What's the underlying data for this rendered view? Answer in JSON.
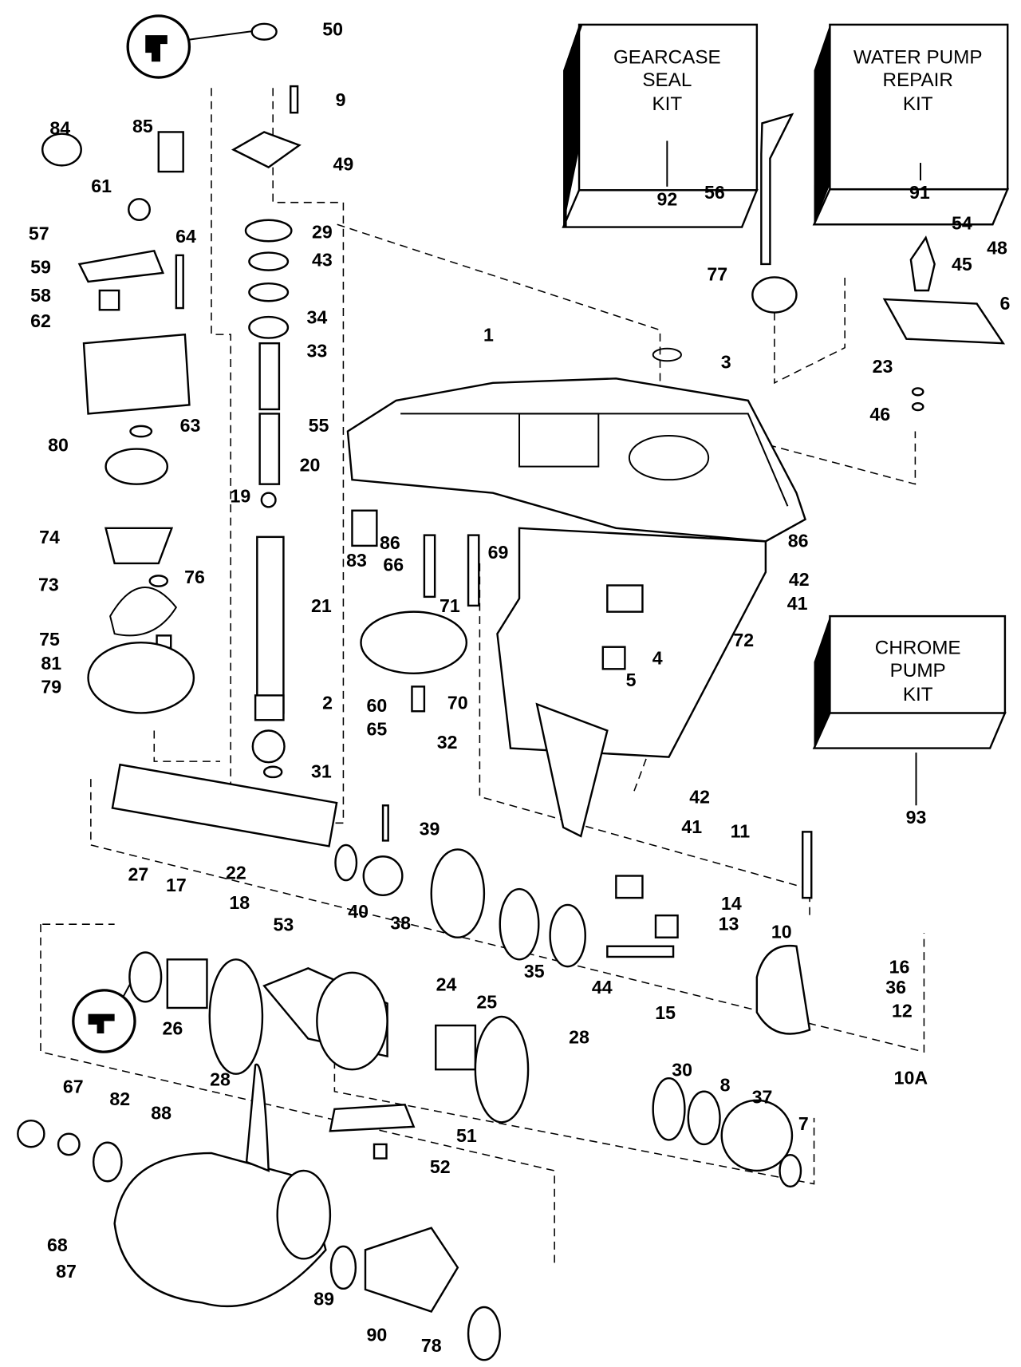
{
  "kits": {
    "gearcase_seal": {
      "lines": [
        "GEARCASE",
        "SEAL",
        "KIT"
      ],
      "ref": "92"
    },
    "water_pump_repair": {
      "lines": [
        "WATER PUMP",
        "REPAIR",
        "KIT"
      ],
      "ref": "91"
    },
    "chrome_pump": {
      "lines": [
        "CHROME",
        "PUMP",
        "KIT"
      ],
      "ref": "93"
    }
  },
  "callouts": [
    "50",
    "9",
    "49",
    "29",
    "43",
    "34",
    "33",
    "55",
    "20",
    "19",
    "21",
    "2",
    "32",
    "31",
    "84",
    "85",
    "61",
    "57",
    "64",
    "59",
    "58",
    "62",
    "63",
    "80",
    "74",
    "76",
    "73",
    "75",
    "81",
    "79",
    "56",
    "77",
    "54",
    "48",
    "45",
    "6",
    "3",
    "23",
    "46",
    "1",
    "86",
    "66",
    "69",
    "83",
    "86",
    "42",
    "41",
    "72",
    "71",
    "4",
    "5",
    "60",
    "65",
    "70",
    "42",
    "41",
    "11",
    "39",
    "22",
    "40",
    "38",
    "27",
    "17",
    "18",
    "53",
    "35",
    "44",
    "14",
    "13",
    "15",
    "10",
    "16",
    "36",
    "12",
    "10A",
    "24",
    "25",
    "26",
    "28",
    "28",
    "30",
    "8",
    "37",
    "7",
    "51",
    "52",
    "67",
    "82",
    "88",
    "68",
    "87",
    "89",
    "90",
    "78"
  ],
  "icons": [
    "sealant-tube-icon",
    "sealant-tube-icon"
  ]
}
